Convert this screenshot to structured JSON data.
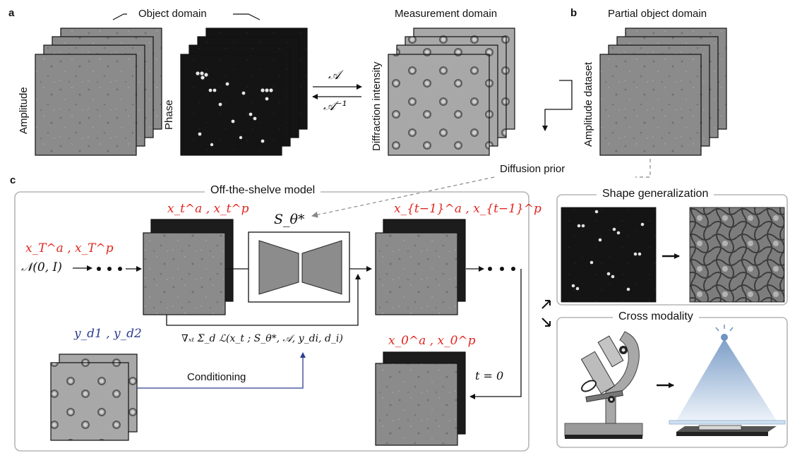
{
  "panel_labels": {
    "a": "a",
    "b": "b",
    "c": "c"
  },
  "panel_a": {
    "object_domain": "Object domain",
    "amplitude": "Amplitude",
    "phase": "Phase",
    "measurement_domain": "Measurement domain",
    "diffraction_intensity": "Diffraction intensity",
    "forward_operator": "𝒜",
    "inverse_operator": "𝒜⁻¹"
  },
  "panel_b": {
    "partial_object_domain": "Partial object domain",
    "amplitude_dataset": "Amplitude dataset",
    "diffusion_prior": "Diffusion prior"
  },
  "panel_c": {
    "model_title": "Off-the-shelve model",
    "x_T": "x_T^a , x_T^p",
    "noise": "𝒩(0, I)",
    "x_t": "x_t^a , x_t^p",
    "score_model": "S_θ*",
    "x_t_minus_1": "x_{t−1}^a , x_{t−1}^p",
    "guidance": "∇ₓₜ Σ_d ℒ(x_t ; S_θ*, 𝒜, y_di, d_i)",
    "y_meas": "y_d1 , y_d2",
    "conditioning": "Conditioning",
    "t_zero": "t = 0",
    "x_0": "x_0^a , x_0^p"
  },
  "right_panel": {
    "shape_generalization": "Shape generalization",
    "cross_modality": "Cross modality"
  },
  "colors": {
    "red": "#e0261f",
    "blue": "#2c3d8f",
    "box_border": "#b5b5b5",
    "network_fill": "#8c8c8c",
    "phase_bg": "#151515",
    "amplitude_bg": "#8a8a8a",
    "microscope_gray": "#9a9a9a"
  }
}
